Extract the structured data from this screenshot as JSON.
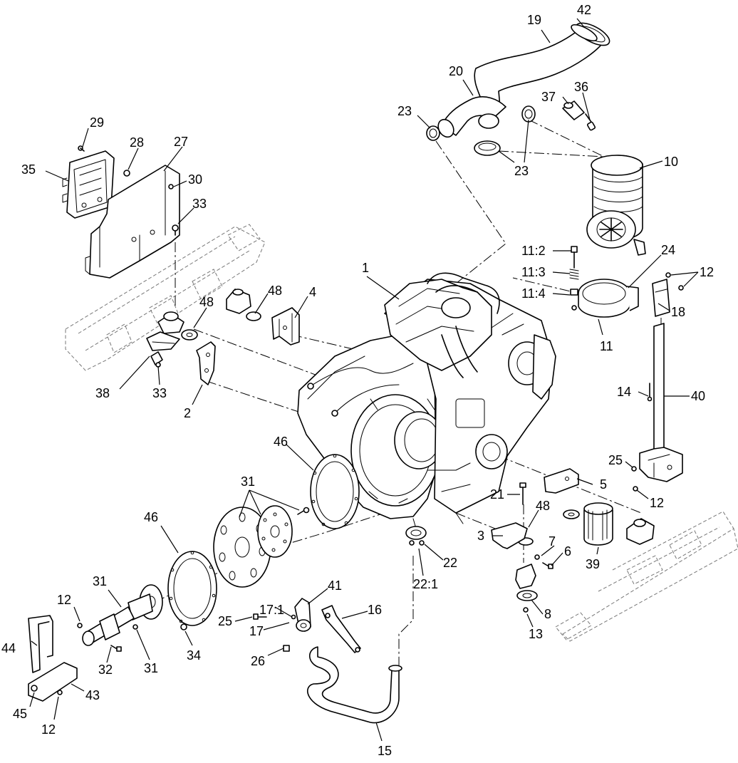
{
  "diagram": {
    "callouts": [
      "1",
      "2",
      "3",
      "4",
      "5",
      "6",
      "7",
      "8",
      "10",
      "11",
      "11:2",
      "11:3",
      "11:4",
      "12",
      "13",
      "14",
      "15",
      "16",
      "17",
      "17:1",
      "19",
      "18",
      "20",
      "21",
      "22",
      "22:1",
      "23",
      "24",
      "25",
      "26",
      "27",
      "28",
      "29",
      "30",
      "31",
      "32",
      "33",
      "34",
      "35",
      "36",
      "37",
      "38",
      "39",
      "40",
      "41",
      "42",
      "43",
      "44",
      "45",
      "46",
      "48"
    ]
  }
}
